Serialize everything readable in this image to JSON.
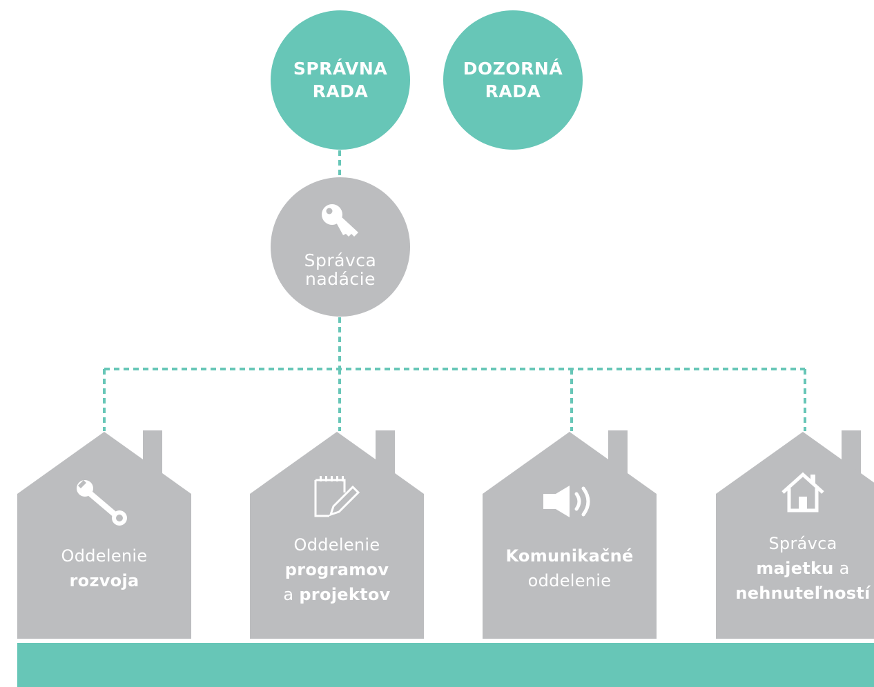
{
  "colors": {
    "teal": "#67c6b7",
    "gray": "#bcbdbf",
    "white": "#ffffff"
  },
  "boards": [
    {
      "line1": "SPRÁVNA",
      "line2": "RADA"
    },
    {
      "line1": "DOZORNÁ",
      "line2": "RADA"
    }
  ],
  "administrator": {
    "icon": "key-icon",
    "line1": "Správca",
    "line2": "nadácie"
  },
  "departments": [
    {
      "icon": "wrench-icon",
      "lines": [
        {
          "parts": [
            {
              "text": "Oddelenie",
              "bold": false
            }
          ]
        },
        {
          "parts": [
            {
              "text": "rozvoja",
              "bold": true
            }
          ]
        }
      ]
    },
    {
      "icon": "notepad-pencil-icon",
      "lines": [
        {
          "parts": [
            {
              "text": "Oddelenie",
              "bold": false
            }
          ]
        },
        {
          "parts": [
            {
              "text": "programov",
              "bold": true
            }
          ]
        },
        {
          "parts": [
            {
              "text": "a ",
              "bold": false
            },
            {
              "text": "projektov",
              "bold": true
            }
          ]
        }
      ]
    },
    {
      "icon": "speaker-icon",
      "lines": [
        {
          "parts": [
            {
              "text": "Komunikačné",
              "bold": true
            }
          ]
        },
        {
          "parts": [
            {
              "text": "oddelenie",
              "bold": false
            }
          ]
        }
      ]
    },
    {
      "icon": "home-icon",
      "lines": [
        {
          "parts": [
            {
              "text": "Správca",
              "bold": false
            }
          ]
        },
        {
          "parts": [
            {
              "text": "majetku",
              "bold": true
            },
            {
              "text": " a",
              "bold": false
            }
          ]
        },
        {
          "parts": [
            {
              "text": "nehnuteľností",
              "bold": true
            }
          ]
        }
      ]
    }
  ]
}
